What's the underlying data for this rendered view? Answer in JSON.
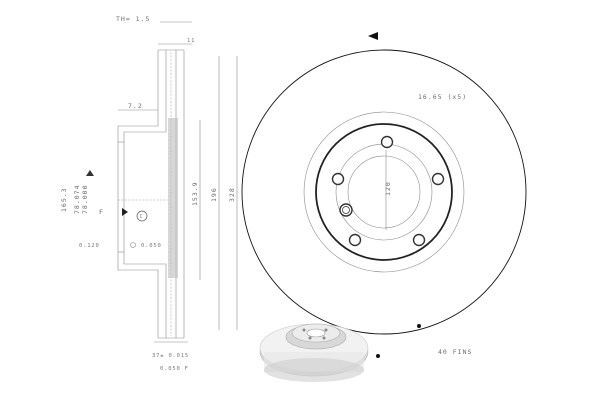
{
  "section_view": {
    "th_label": "TH= 1.5",
    "top_width": "11",
    "hub_offset": "7.2",
    "od_165": "165.3",
    "od_78": "78.074",
    "od_78b": "78.000",
    "d_153": "153.9",
    "d_196": "196",
    "d_328": "328",
    "datum_f": "F",
    "datum_c": "C",
    "tol_left": "0.120",
    "tol_right": "0.050",
    "tol_bottom_1": "37± 0.015",
    "tol_bottom_2": "0.050 F"
  },
  "face_view": {
    "bolt_holes": "16.65 (x5)",
    "pcd": "120",
    "fins": "40 FINS"
  }
}
